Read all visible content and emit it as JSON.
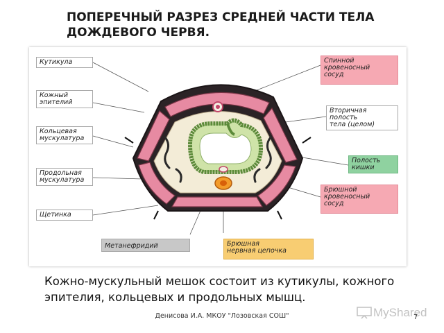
{
  "slide": {
    "title": "ПОПЕРЕЧНЫЙ РАЗРЕЗ СРЕДНЕЙ ЧАСТИ ТЕЛА ДОЖДЕВОГО ЧЕРВЯ.",
    "caption": "Кожно-мускульный мешок состоит из кутикулы, кожного эпителия, кольцевых и продольных мышц.",
    "footer": "Денисова И.А. МКОУ \"Лозовская СОШ\"",
    "page_number": "7",
    "watermark": "MyShared"
  },
  "labels": {
    "cuticle": "Кутикула",
    "skin_epithelium": "Кожный\nэпителий",
    "circular_muscles": "Кольцевая\nмускулатура",
    "longitudinal_muscles": "Продольная\nмускулатура",
    "bristle": "Щетинка",
    "metanephridium": "Метанефридий",
    "ventral_nerve_cord": "Брюшная\nнервная цепочка",
    "dorsal_vessel": "Спинной\nкровеносный\nсосуд",
    "coelom": "Вторичная\nполость\nтела (целом)",
    "gut_cavity": "Полость\nкишки",
    "ventral_vessel": "Брюшной\nкровеносный\nсосуд"
  },
  "colors": {
    "pink_label": "#f6a9b3",
    "green_label": "#8fd2a0",
    "grey_label": "#c8c8c8",
    "yellow_label": "#f8cd72",
    "muscle_pink": "#e78aa2",
    "body_cream": "#f3ecd7",
    "gut_green": "#5c8a3a"
  }
}
